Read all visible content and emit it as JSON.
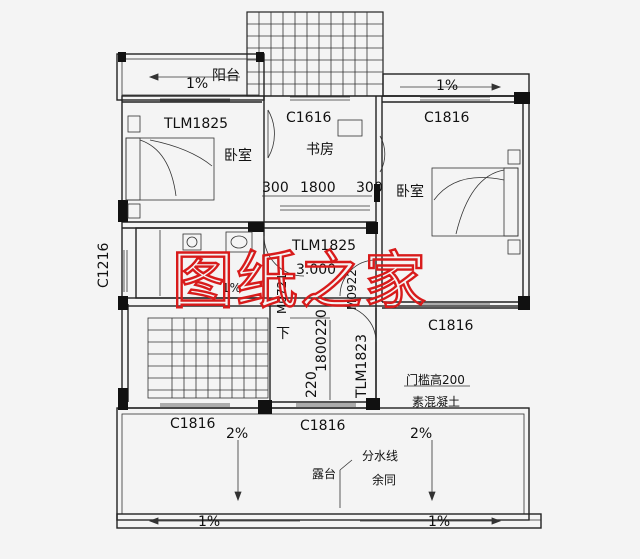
{
  "watermark": "图纸之家",
  "rooms": {
    "balcony": "阳台",
    "bedroom_left": "卧室",
    "study": "书房",
    "bedroom_right": "卧室",
    "terrace": "露台"
  },
  "labels": {
    "tlm1825_top": "TLM1825",
    "c1616": "C1616",
    "c1816_top_right": "C1816",
    "dim_300_left": "300",
    "dim_1800": "1800",
    "dim_300_right": "300",
    "tlm1825_mid": "TLM1825",
    "elevation": "3.000",
    "m0721": "M0721",
    "m0922": "M0922",
    "c1216": "C1216",
    "c1816_right": "C1816",
    "dim_220_top": "220",
    "dim_1800_v": "1800",
    "dim_220_bottom": "220",
    "tlm1823": "TLM1823",
    "stair_down": "下",
    "c1816_bottom_left": "C1816",
    "c1816_bottom_mid": "C1816",
    "threshold": "门槛高200",
    "concrete": "素混凝土",
    "slope_balcony": "1%",
    "slope_top_right": "1%",
    "slope_wc": "1%",
    "slope_terrace_left": "2%",
    "slope_terrace_right": "2%",
    "water_line": "分水线",
    "same_as": "余同",
    "slope_bottom_left": "1%",
    "slope_bottom_right": "1%"
  }
}
